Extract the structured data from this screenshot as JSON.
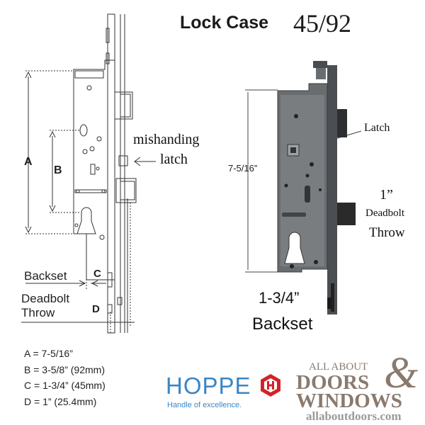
{
  "header": {
    "title_word": "Lock Case",
    "title_number": "45/92"
  },
  "left_diagram": {
    "label_a": "A",
    "label_b": "B",
    "label_c": "C",
    "label_d": "D",
    "backset_label": "Backset",
    "deadbolt_label_line1": "Deadbolt",
    "deadbolt_label_line2": "Throw",
    "mishanding_line1": "mishanding",
    "mishanding_line2": "latch"
  },
  "right_photo": {
    "latch_label": "Latch",
    "height_label": "7-5/16”",
    "throw_size": "1”",
    "throw_line1": "Deadbolt",
    "throw_line2": "Throw",
    "backset_size": "1-3/4”",
    "backset_label": "Backset"
  },
  "dimensions": [
    "A = 7-5/16”",
    "B = 3-5/8” (92mm)",
    "C = 1-3/4” (45mm)",
    "D = 1” (25.4mm)"
  ],
  "hoppe": {
    "name": "HOPPE",
    "tagline": "Handle of excellence."
  },
  "dealer": {
    "line1": "ALL ABOUT",
    "line2": "DOORS",
    "ampersand": "&",
    "line3": "WINDOWS",
    "url": "allaboutdoors.com"
  },
  "colors": {
    "hoppe_blue": "#3b86c6",
    "hoppe_red": "#d2232a",
    "dealer_text": "#8a7a6e",
    "dealer_url": "#9a9a9a",
    "drawing_line": "#333333",
    "photo_steel": "#5c5f62"
  }
}
